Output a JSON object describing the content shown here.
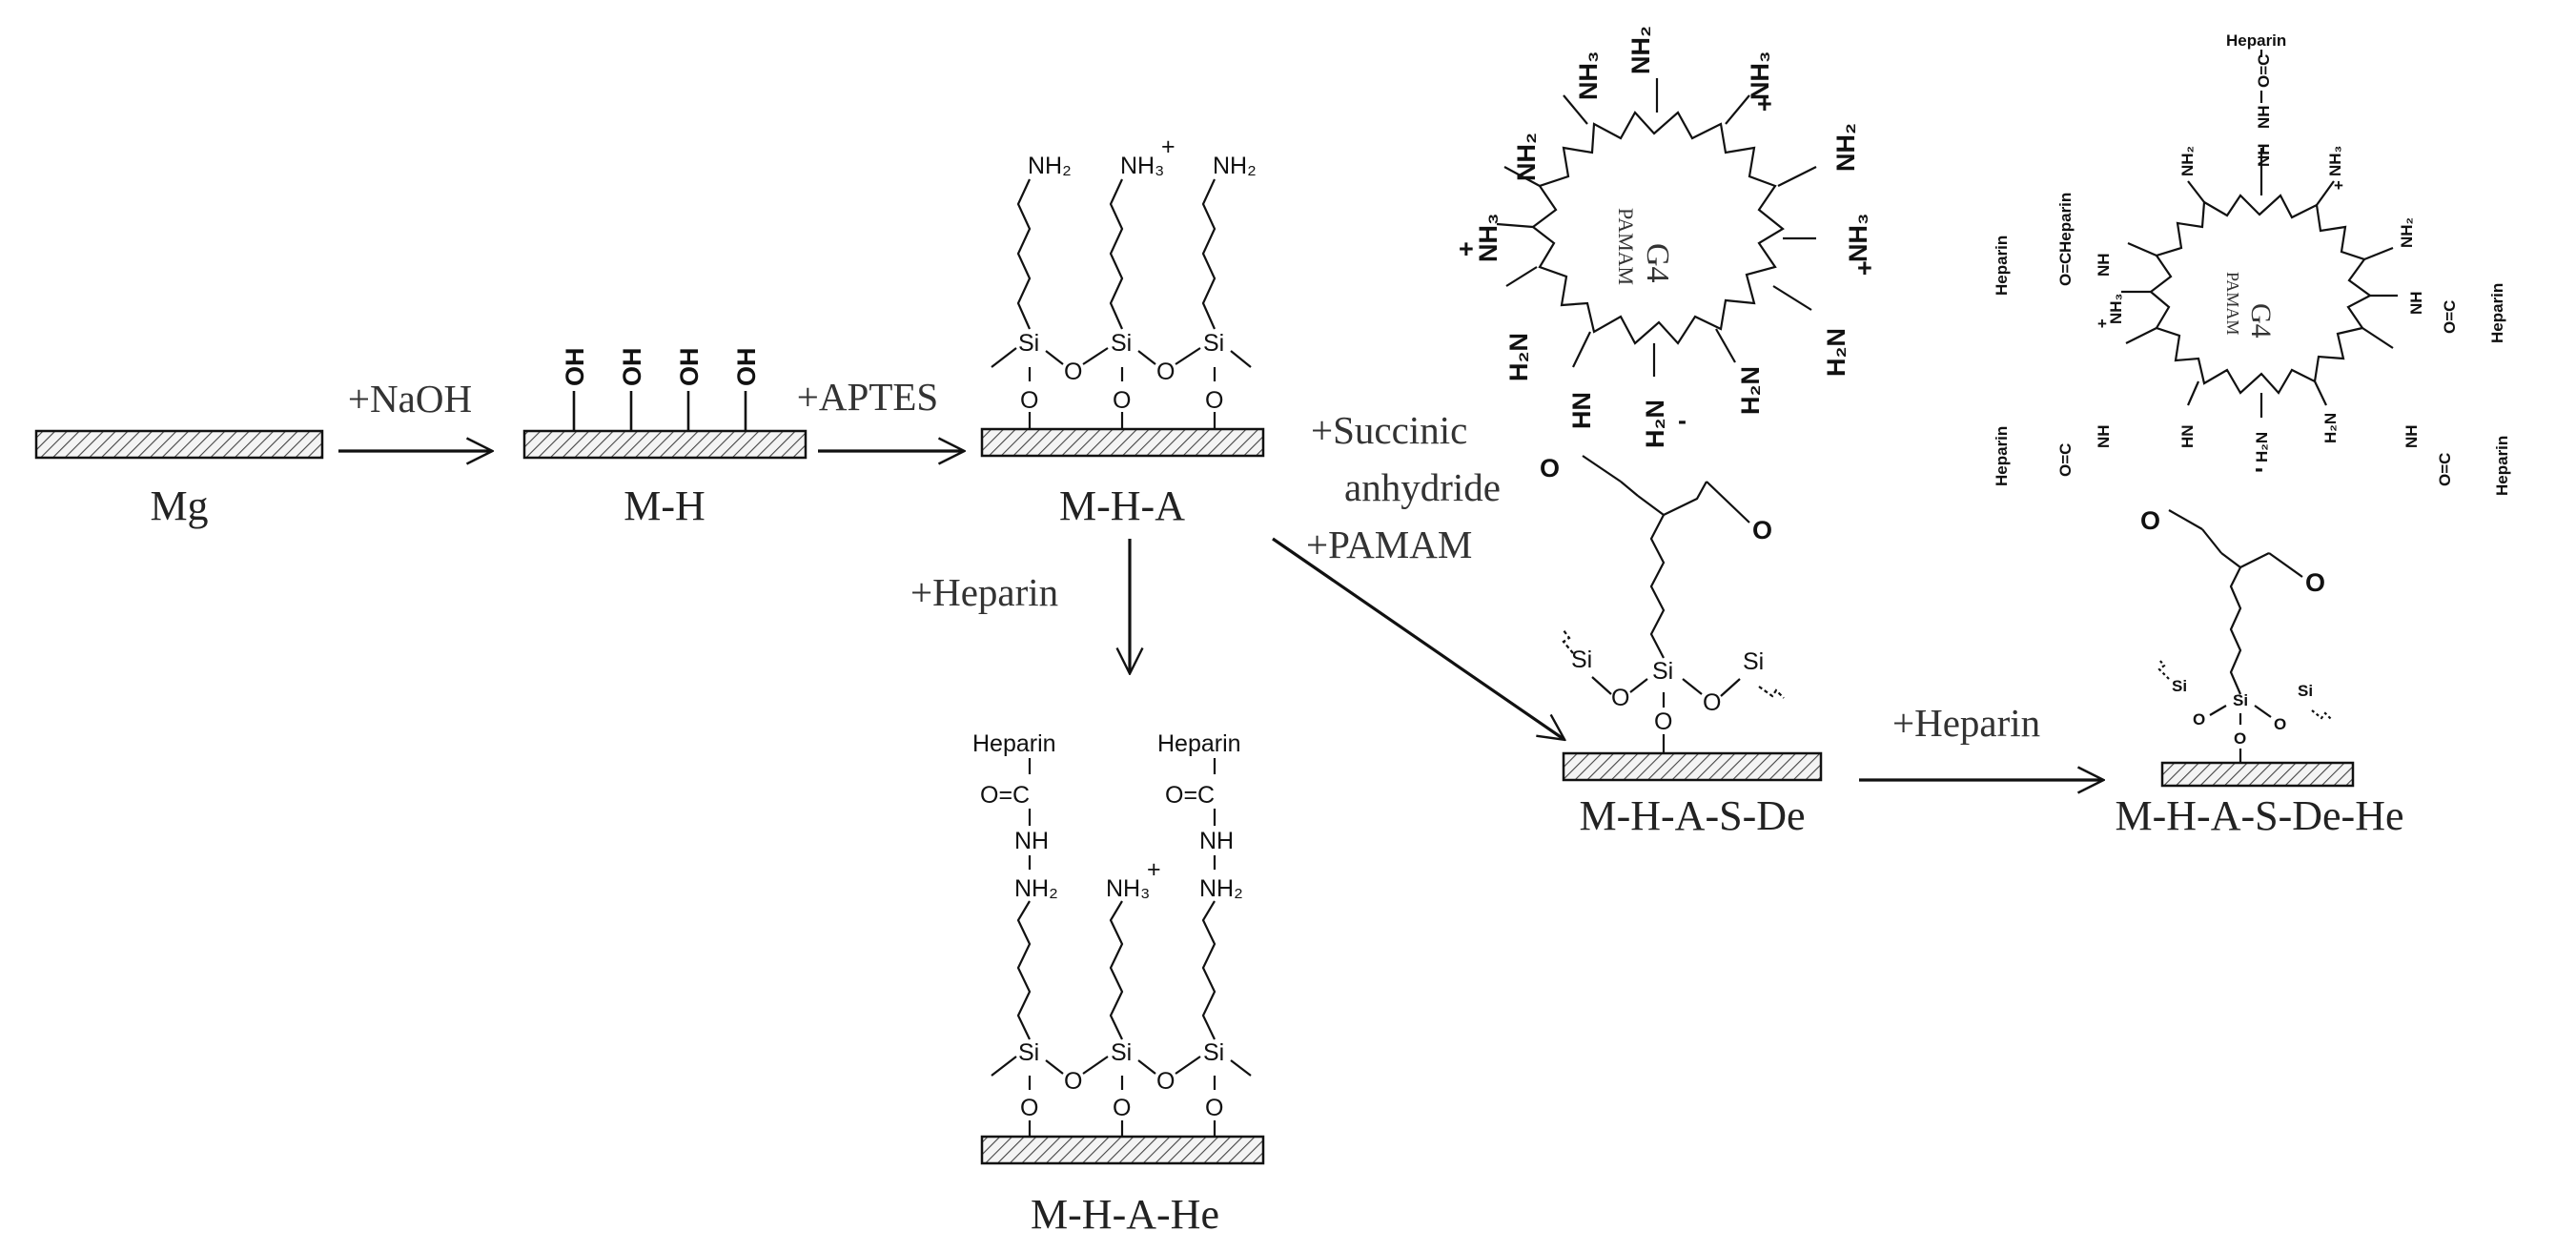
{
  "labels": {
    "mg": "Mg",
    "mh": "M-H",
    "mha": "M-H-A",
    "mhahe": "M-H-A-He",
    "mhasde": "M-H-A-S-De",
    "mhasdehe": "M-H-A-S-De-He"
  },
  "reagents": {
    "naoh": "+NaOH",
    "aptes": "+APTES",
    "heparin_down": "+Heparin",
    "succinic_1": "+Succinic",
    "succinic_2": "anhydride",
    "succinic_3": "+PAMAM",
    "heparin_right": "+Heparin"
  },
  "groups": {
    "oh": "OH",
    "nh2": "NH₂",
    "nh3": "NH₃",
    "plus": "+",
    "minus": "-",
    "si": "Si",
    "o": "O",
    "heparin": "Heparin",
    "c_eq_o": "O=C",
    "nh": "NH",
    "h2n": "H₂N",
    "hn": "HN",
    "nh_short": "NH"
  },
  "dendrimer": {
    "generation": "G4",
    "name": "PAMAM"
  }
}
